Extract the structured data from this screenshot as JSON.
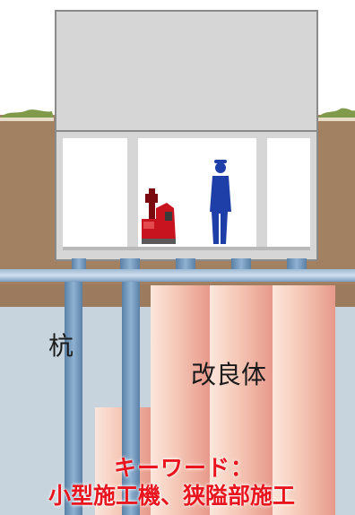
{
  "labels": {
    "pile": "杭",
    "improved_body": "改良体",
    "keyword_line1": "キーワード：",
    "keyword_line2": "小型施工機、狭隘部施工"
  },
  "colors": {
    "building": "#d6d6d6",
    "building_edge": "#8a8a8a",
    "soil": "#a28062",
    "groundwater": "#c7d3dd",
    "grass": "#7f9a4a",
    "pile": "#6f95ba",
    "improved_body": "#f4c2b2",
    "worker": "#1f3fa8",
    "machine": "#c8141e",
    "keyword_text": "#e8141e"
  },
  "icons": [
    "worker-icon",
    "machine-icon"
  ]
}
